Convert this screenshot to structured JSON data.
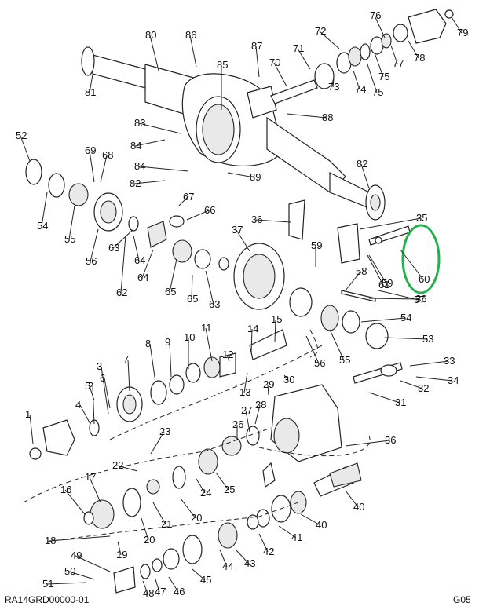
{
  "drawing_id": "RA14GRD00000-01",
  "sheet_code": "G05",
  "highlight_color": "#22b14c",
  "callouts": [
    "1",
    "2",
    "3",
    "4",
    "5",
    "6",
    "7",
    "8",
    "9",
    "10",
    "11",
    "12",
    "13",
    "14",
    "15",
    "16",
    "17",
    "18",
    "19",
    "20",
    "20",
    "21",
    "22",
    "23",
    "24",
    "25",
    "26",
    "27",
    "28",
    "29",
    "30",
    "31",
    "32",
    "33",
    "34",
    "35",
    "36",
    "36",
    "36",
    "37",
    "40",
    "40",
    "41",
    "42",
    "43",
    "44",
    "45",
    "46",
    "47",
    "48",
    "49",
    "50",
    "51",
    "52",
    "53",
    "54",
    "54",
    "55",
    "55",
    "56",
    "56",
    "57",
    "58",
    "59",
    "59",
    "60",
    "61",
    "62",
    "63",
    "63",
    "64",
    "64",
    "65",
    "65",
    "66",
    "67",
    "68",
    "69",
    "70",
    "71",
    "72",
    "73",
    "74",
    "75",
    "75",
    "76",
    "77",
    "78",
    "79",
    "80",
    "81",
    "82",
    "82",
    "83",
    "84",
    "84",
    "85",
    "86",
    "87",
    "88",
    "89",
    "89"
  ]
}
